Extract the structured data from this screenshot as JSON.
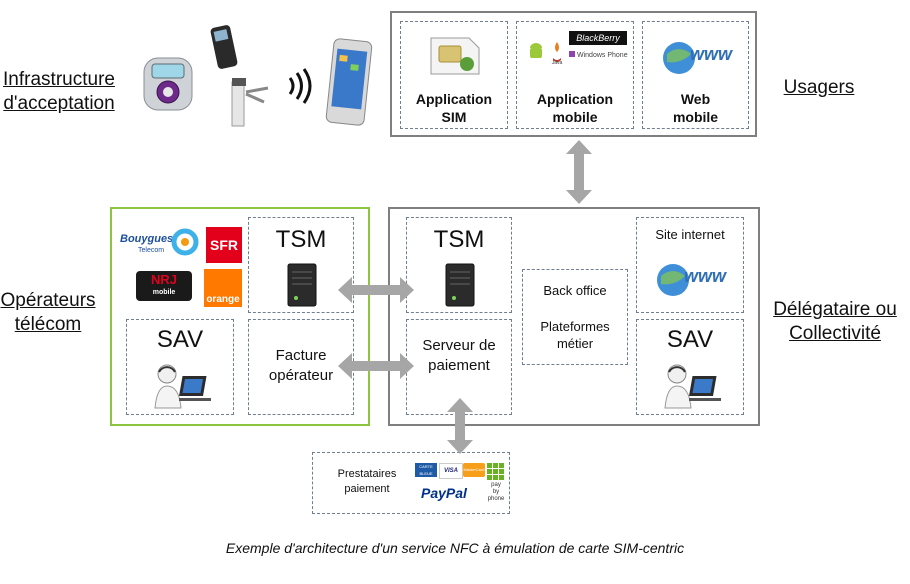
{
  "labels": {
    "infra_line1": "Infrastructure",
    "infra_line2": "d'acceptation",
    "usagers": "Usagers",
    "operateurs_line1": "Opérateurs",
    "operateurs_line2": "télécom",
    "delegataire_line1": "Délégataire ou",
    "delegataire_line2": "Collectivité"
  },
  "usagers_box": {
    "sim_line1": "Application",
    "sim_line2": "SIM",
    "mobile_line1": "Application",
    "mobile_line2": "mobile",
    "web_line1": "Web",
    "web_line2": "mobile",
    "blackberry": "BlackBerry",
    "windows_phone": "Windows Phone",
    "java": "Java",
    "www": "www"
  },
  "operateurs_box": {
    "bouygues": "Bouygues",
    "bouygues_sub": "Telecom",
    "sfr": "SFR",
    "nrj": "NRJ",
    "nrj_sub": "mobile",
    "orange": "orange",
    "tsm": "TSM",
    "sav": "SAV",
    "facture_line1": "Facture",
    "facture_line2": "opérateur"
  },
  "delegataire_box": {
    "tsm": "TSM",
    "serveur_line1": "Serveur de",
    "serveur_line2": "paiement",
    "backoffice": "Back office",
    "plateformes_line1": "Plateformes",
    "plateformes_line2": "métier",
    "site_internet": "Site internet",
    "www": "www",
    "sav": "SAV"
  },
  "prestataires_box": {
    "line1": "Prestataires",
    "line2": "paiement",
    "carte_bleue": "CARTE BLEUE",
    "visa": "VISA",
    "mastercard": "MasterCard",
    "paypal": "PayPal",
    "paybyphone_line1": "pay",
    "paybyphone_line2": "by",
    "paybyphone_line3": "phone"
  },
  "caption": "Exemple d'architecture d'un service NFC à émulation de carte SIM-centric",
  "colors": {
    "green_border": "#8cc63f",
    "gray_border": "#7f7f7f",
    "dash_border": "#6f7f8f",
    "arrow": "#a6a6a6",
    "sfr_red": "#e2001a",
    "orange": "#ff7900",
    "paypal_blue": "#003087",
    "paybyphone_green": "#6ab023"
  },
  "icons": [
    "smart-meter-icon",
    "handheld-terminal-icon",
    "turnstile-icon",
    "nfc-waves-icon",
    "smartphone-icon",
    "sim-card-icon",
    "android-icon",
    "java-icon",
    "globe-www-icon",
    "server-icon",
    "support-agent-icon"
  ]
}
